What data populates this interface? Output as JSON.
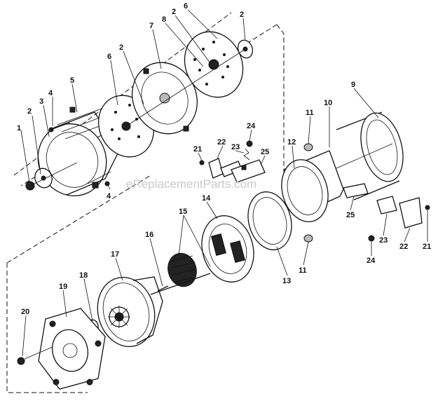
{
  "watermark": "eReplacementParts.com",
  "callouts": [
    {
      "id": "c1",
      "text": "1"
    },
    {
      "id": "c2a",
      "text": "2"
    },
    {
      "id": "c3",
      "text": "3"
    },
    {
      "id": "c4a",
      "text": "4"
    },
    {
      "id": "c5",
      "text": "5"
    },
    {
      "id": "c6a",
      "text": "6"
    },
    {
      "id": "c2b",
      "text": "2"
    },
    {
      "id": "c7",
      "text": "7"
    },
    {
      "id": "c8",
      "text": "8"
    },
    {
      "id": "c2c",
      "text": "2"
    },
    {
      "id": "c6b",
      "text": "6"
    },
    {
      "id": "c2d",
      "text": "2"
    },
    {
      "id": "c4b",
      "text": "4"
    },
    {
      "id": "c9",
      "text": "9"
    },
    {
      "id": "c10",
      "text": "10"
    },
    {
      "id": "c11a",
      "text": "11"
    },
    {
      "id": "c12",
      "text": "12"
    },
    {
      "id": "c24a",
      "text": "24"
    },
    {
      "id": "c23a",
      "text": "23"
    },
    {
      "id": "c22a",
      "text": "22"
    },
    {
      "id": "c21a",
      "text": "21"
    },
    {
      "id": "c25a",
      "text": "25"
    },
    {
      "id": "c25b",
      "text": "25"
    },
    {
      "id": "c23b",
      "text": "23"
    },
    {
      "id": "c22b",
      "text": "22"
    },
    {
      "id": "c21b",
      "text": "21"
    },
    {
      "id": "c24b",
      "text": "24"
    },
    {
      "id": "c11b",
      "text": "11"
    },
    {
      "id": "c13",
      "text": "13"
    },
    {
      "id": "c14",
      "text": "14"
    },
    {
      "id": "c15",
      "text": "15"
    },
    {
      "id": "c16",
      "text": "16"
    },
    {
      "id": "c17",
      "text": "17"
    },
    {
      "id": "c18",
      "text": "18"
    },
    {
      "id": "c19",
      "text": "19"
    },
    {
      "id": "c20",
      "text": "20"
    }
  ]
}
